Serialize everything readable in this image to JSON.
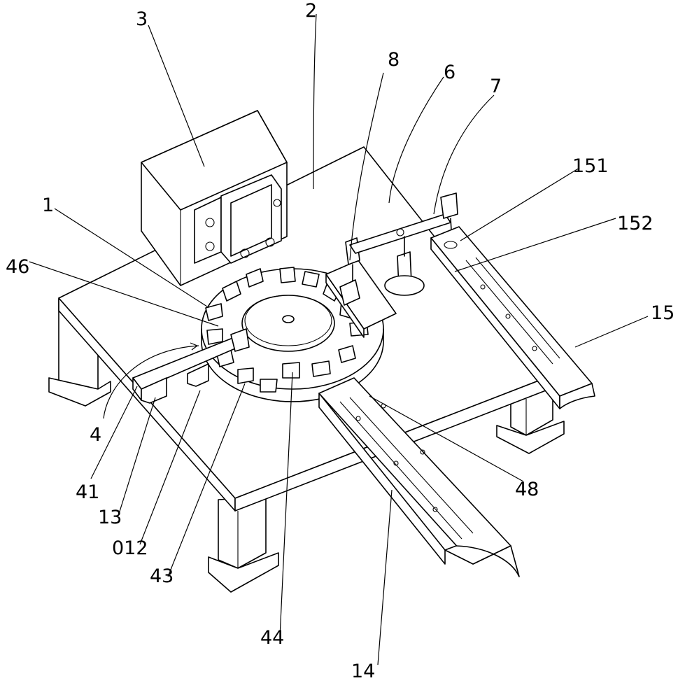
{
  "figure": {
    "labels": [
      {
        "id": "l3",
        "text": "3"
      },
      {
        "id": "l2",
        "text": "2"
      },
      {
        "id": "l8",
        "text": "8"
      },
      {
        "id": "l6",
        "text": "6"
      },
      {
        "id": "l7",
        "text": "7"
      },
      {
        "id": "l151",
        "text": "151"
      },
      {
        "id": "l152",
        "text": "152"
      },
      {
        "id": "l1",
        "text": "1"
      },
      {
        "id": "l46",
        "text": "46"
      },
      {
        "id": "l15",
        "text": "15"
      },
      {
        "id": "l4",
        "text": "4"
      },
      {
        "id": "l48",
        "text": "48"
      },
      {
        "id": "l41",
        "text": "41"
      },
      {
        "id": "l13",
        "text": "13"
      },
      {
        "id": "l012",
        "text": "012"
      },
      {
        "id": "l43",
        "text": "43"
      },
      {
        "id": "l44",
        "text": "44"
      },
      {
        "id": "l14",
        "text": "14"
      }
    ]
  }
}
